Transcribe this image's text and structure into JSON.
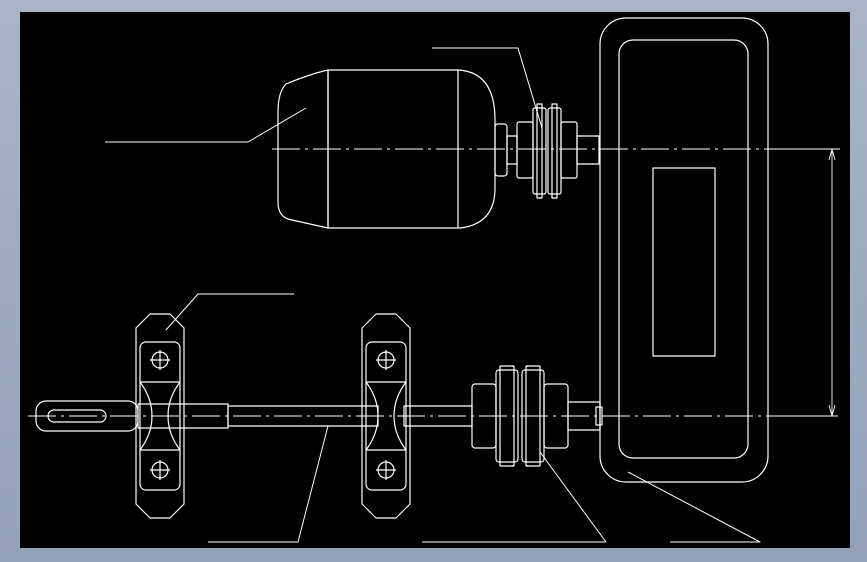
{
  "viewport": {
    "background": "#000000",
    "window_background": "#9aa7bb"
  },
  "colors": {
    "line": "#ffffff",
    "centerline": "#ffffff"
  },
  "components": [
    {
      "id": "motor",
      "label": ""
    },
    {
      "id": "upper-coupling",
      "label": ""
    },
    {
      "id": "gearbox",
      "label": ""
    },
    {
      "id": "lower-coupling",
      "label": ""
    },
    {
      "id": "bearing-block-left",
      "label": ""
    },
    {
      "id": "bearing-block-right",
      "label": ""
    },
    {
      "id": "output-shaft",
      "label": ""
    }
  ],
  "icons": [
    "keyway-icon",
    "bolt-hole-icon"
  ]
}
